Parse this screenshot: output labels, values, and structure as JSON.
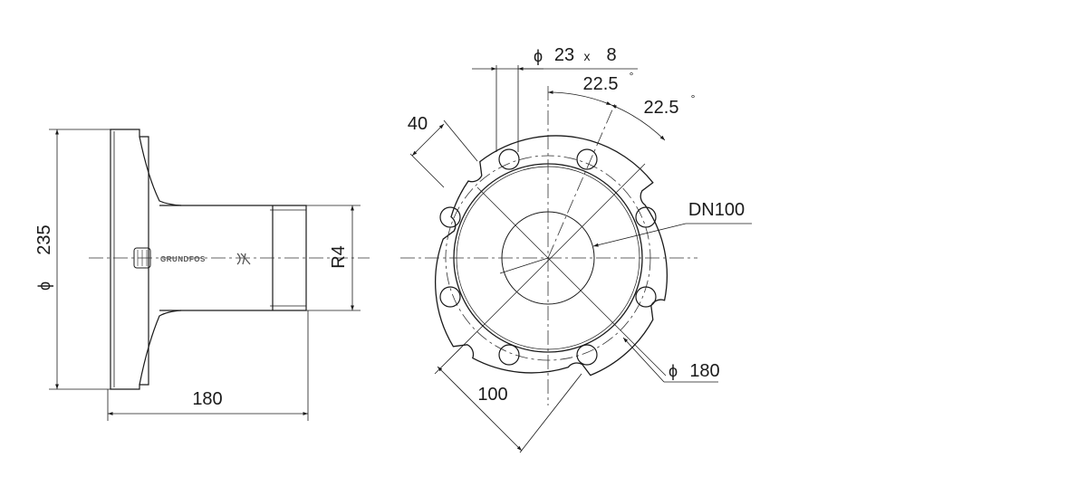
{
  "drawing": {
    "side_view": {
      "dim_flange_diameter_symbol": "ϕ",
      "dim_flange_diameter_value": "235",
      "dim_length": "180",
      "dim_thread": "R4",
      "logo_text": "GRUNDFOS"
    },
    "front_view": {
      "dim_bolt_hole_symbol": "ϕ",
      "dim_bolt_hole_value": "23",
      "dim_bolt_hole_times": "x",
      "dim_bolt_hole_count": "8",
      "dim_angle_1": "22.5",
      "dim_angle_2": "22.5",
      "dim_degree_symbol": "°",
      "dim_slot_width": "40",
      "dim_nominal": "DN100",
      "dim_bolt_circle_symbol": "ϕ",
      "dim_bolt_circle_value": "180",
      "dim_slot_distance": "100"
    }
  },
  "colors": {
    "line": "#1a1a1a",
    "centerline": "#333333",
    "background": "#ffffff"
  }
}
